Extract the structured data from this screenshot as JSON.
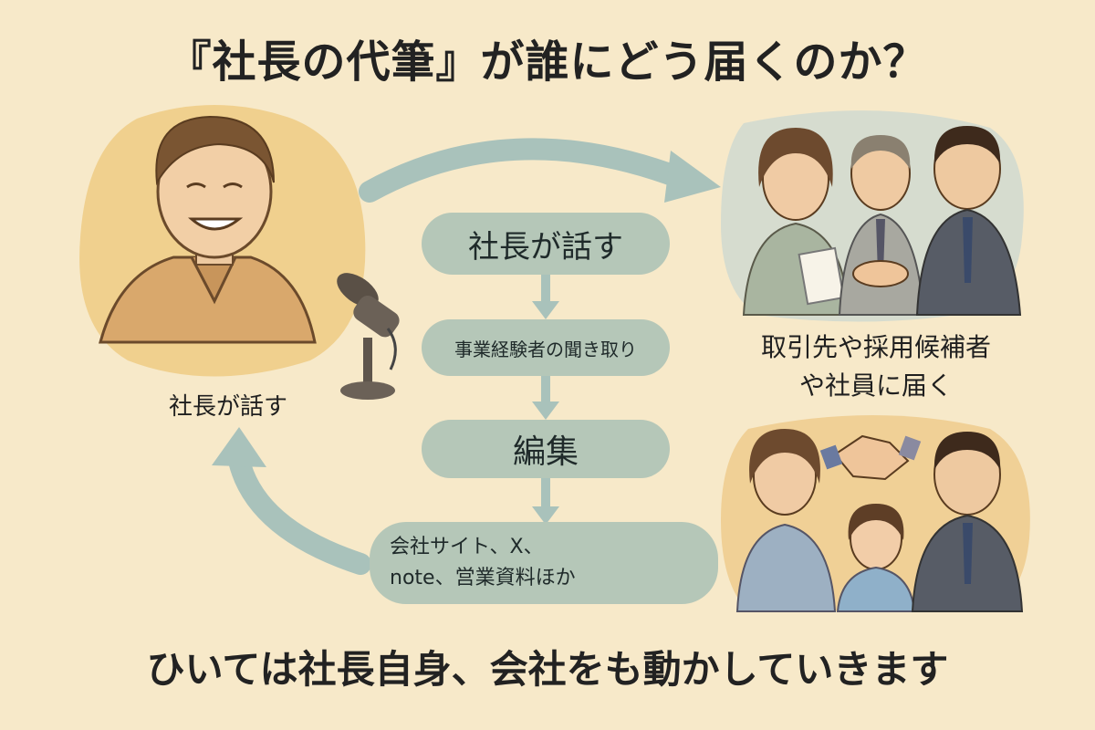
{
  "title": "『社長の代筆』が誰にどう届くのか？",
  "speaker_label": "社長が話す",
  "destination_label": [
    "取引先や採用候補者",
    "や社員に届く"
  ],
  "flow": {
    "step1": "社長が話す",
    "step2": "事業経験者の聞き取り",
    "step3": "編集",
    "step4": [
      "会社サイト、X、",
      "note、営業資料ほか"
    ]
  },
  "footer": "ひいては社長自身、会社をも動かしていきます",
  "icons": [
    "microphone-icon",
    "document-icon",
    "handshake-icon"
  ],
  "colors": {
    "background": "#f7e9c9",
    "pill": "#b5c7b8",
    "arrow": "#a9c2bb"
  }
}
